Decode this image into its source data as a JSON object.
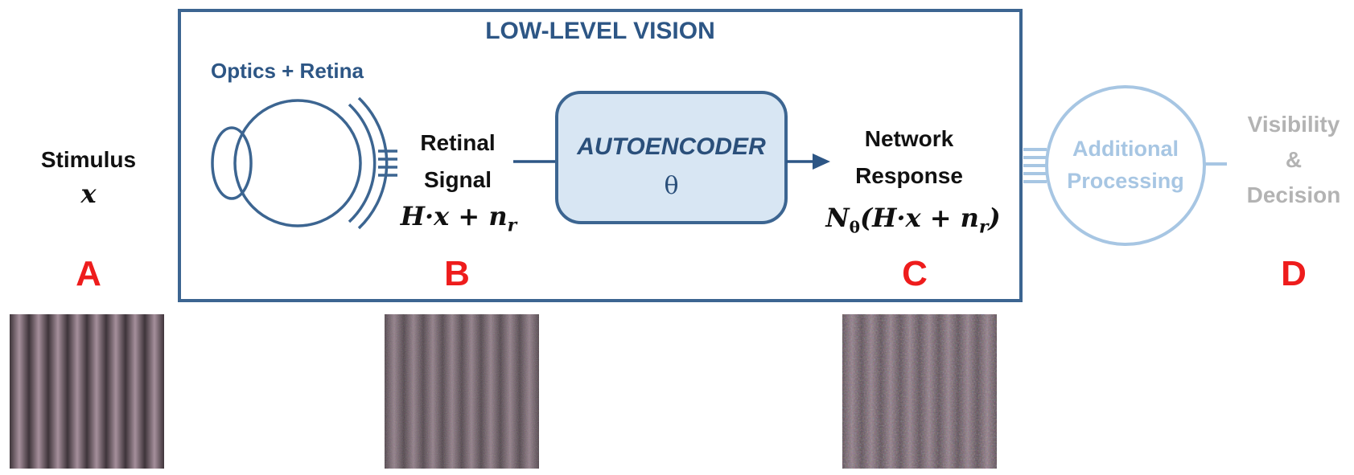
{
  "title": "LOW-LEVEL VISION",
  "optics_label": "Optics + Retina",
  "stimulus": {
    "label": "Stimulus",
    "symbol": "x",
    "letter": "A"
  },
  "retinal": {
    "line1": "Retinal",
    "line2": "Signal",
    "formula": "H·x + n",
    "subscript": "r",
    "letter": "B"
  },
  "autoencoder": {
    "label": "AUTOENCODER",
    "param": "θ"
  },
  "network": {
    "line1": "Network",
    "line2": "Response",
    "formula_head": "N",
    "formula_sub": "θ",
    "formula_body": "(H·x + n",
    "formula_sub2": "r",
    "formula_tail": ")",
    "letter": "C"
  },
  "additional": {
    "line1": "Additional",
    "line2": "Processing"
  },
  "decision": {
    "line1": "Visibility",
    "line2": "&",
    "line3": "Decision",
    "letter": "D"
  },
  "colors": {
    "box_border": "#3c6591",
    "title": "#2d5685",
    "letters": "#ee1c1c",
    "light_blue": "#a7c6e3",
    "grey_text": "#b3b3b3",
    "ae_fill": "#d8e6f3"
  }
}
